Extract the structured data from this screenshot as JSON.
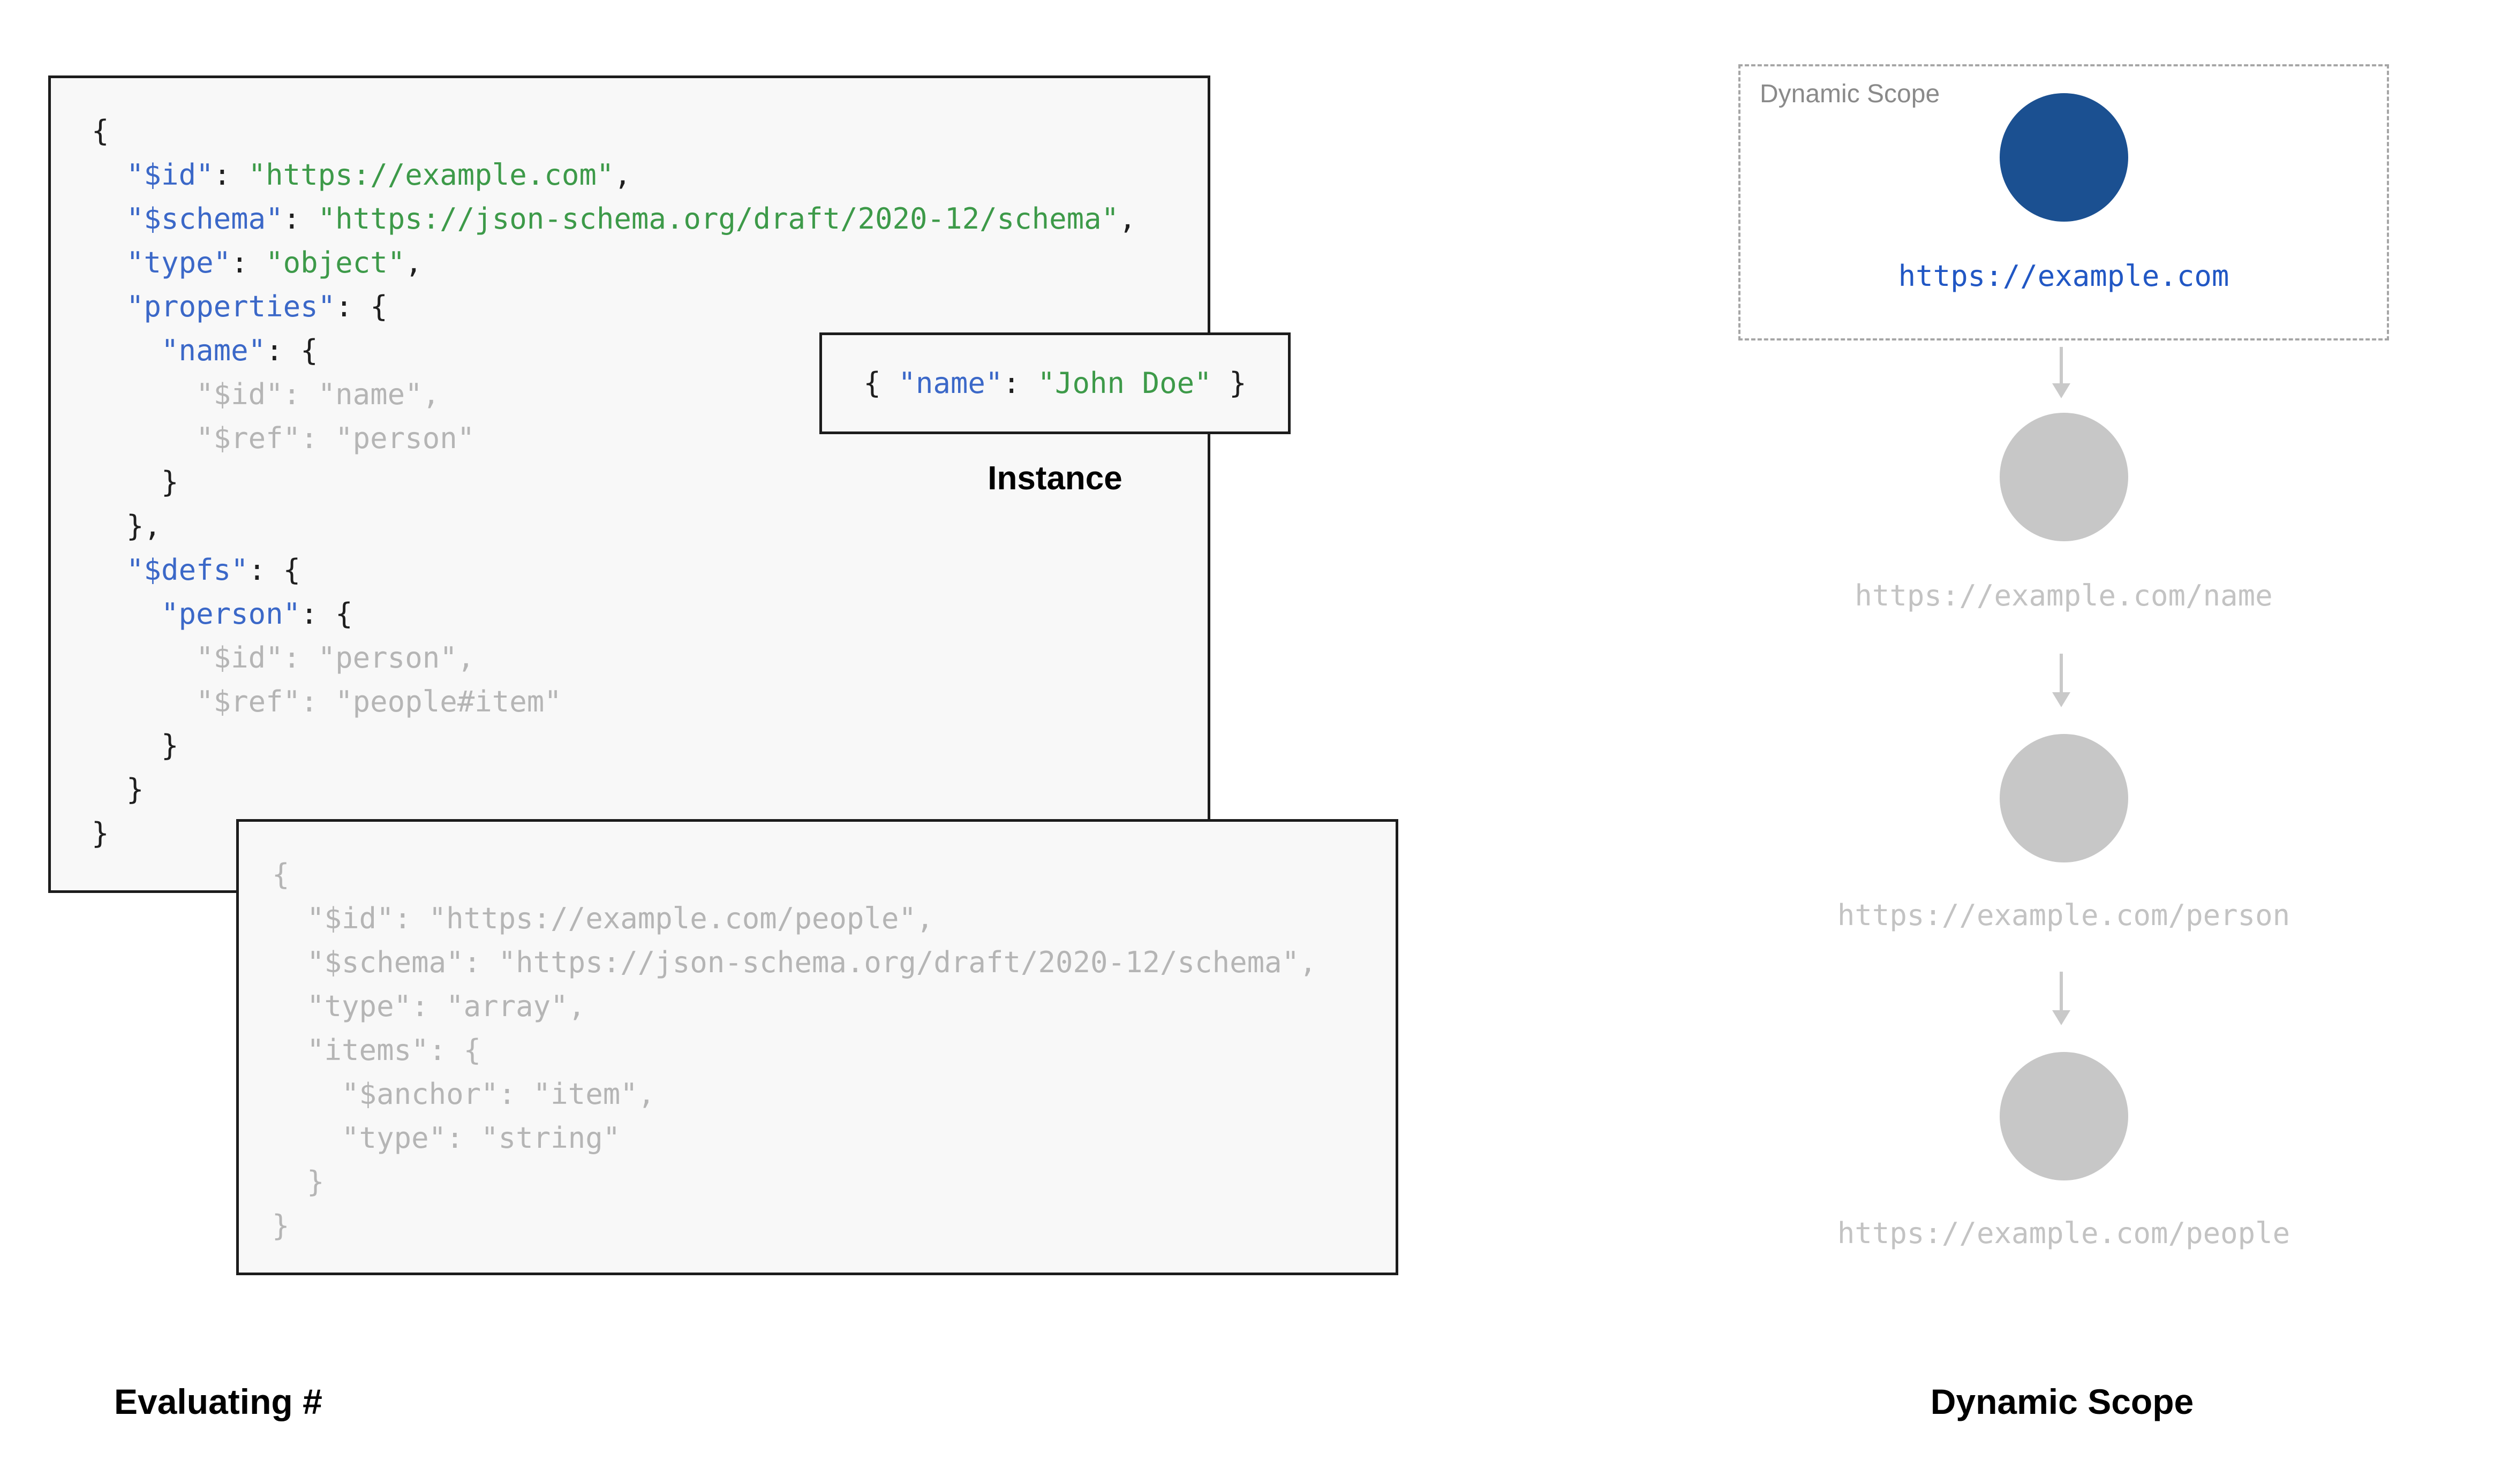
{
  "colors": {
    "key": "#3b68c8",
    "string": "#3d9a49",
    "muted": "#b5b5b5",
    "current_node": "#1b5091",
    "pending_node": "#c7c7c7",
    "current_url": "#2157c4",
    "pending_url": "#c3c3c3"
  },
  "captions": {
    "evaluating": "Evaluating #",
    "dynamic_scope": "Dynamic Scope",
    "instance": "Instance"
  },
  "dynamic_scope": {
    "box_label": "Dynamic Scope",
    "nodes": [
      {
        "url": "https://example.com",
        "state": "current"
      },
      {
        "url": "https://example.com/name",
        "state": "pending"
      },
      {
        "url": "https://example.com/person",
        "state": "pending"
      },
      {
        "url": "https://example.com/people",
        "state": "pending"
      }
    ]
  },
  "main_schema": {
    "lines": [
      [
        [
          "p",
          "{"
        ]
      ],
      [
        [
          "p",
          "  "
        ],
        [
          "k",
          "\"$id\""
        ],
        [
          "p",
          ": "
        ],
        [
          "s",
          "\"https://example.com\""
        ],
        [
          "p",
          ","
        ]
      ],
      [
        [
          "p",
          "  "
        ],
        [
          "k",
          "\"$schema\""
        ],
        [
          "p",
          ": "
        ],
        [
          "s",
          "\"https://json-schema.org/draft/2020-12/schema\""
        ],
        [
          "p",
          ","
        ]
      ],
      [
        [
          "p",
          "  "
        ],
        [
          "k",
          "\"type\""
        ],
        [
          "p",
          ": "
        ],
        [
          "s",
          "\"object\""
        ],
        [
          "p",
          ","
        ]
      ],
      [
        [
          "p",
          "  "
        ],
        [
          "k",
          "\"properties\""
        ],
        [
          "p",
          ": {"
        ]
      ],
      [
        [
          "p",
          "    "
        ],
        [
          "k",
          "\"name\""
        ],
        [
          "p",
          ": {"
        ]
      ],
      [
        [
          "g",
          "      \"$id\": \"name\","
        ]
      ],
      [
        [
          "g",
          "      \"$ref\": \"person\""
        ]
      ],
      [
        [
          "p",
          "    }"
        ]
      ],
      [
        [
          "p",
          "  },"
        ]
      ],
      [
        [
          "p",
          "  "
        ],
        [
          "k",
          "\"$defs\""
        ],
        [
          "p",
          ": {"
        ]
      ],
      [
        [
          "p",
          "    "
        ],
        [
          "k",
          "\"person\""
        ],
        [
          "p",
          ": {"
        ]
      ],
      [
        [
          "g",
          "      \"$id\": \"person\","
        ]
      ],
      [
        [
          "g",
          "      \"$ref\": \"people#item\""
        ]
      ],
      [
        [
          "p",
          "    }"
        ]
      ],
      [
        [
          "p",
          "  }"
        ]
      ],
      [
        [
          "p",
          "}"
        ]
      ]
    ]
  },
  "instance": {
    "lines": [
      [
        [
          "p",
          "{ "
        ],
        [
          "k",
          "\"name\""
        ],
        [
          "p",
          ": "
        ],
        [
          "s",
          "\"John Doe\""
        ],
        [
          "p",
          " }"
        ]
      ]
    ]
  },
  "people_schema": {
    "lines": [
      [
        [
          "g",
          "{"
        ]
      ],
      [
        [
          "g",
          "  \"$id\": \"https://example.com/people\","
        ]
      ],
      [
        [
          "g",
          "  \"$schema\": \"https://json-schema.org/draft/2020-12/schema\","
        ]
      ],
      [
        [
          "g",
          "  \"type\": \"array\","
        ]
      ],
      [
        [
          "g",
          "  \"items\": {"
        ]
      ],
      [
        [
          "g",
          "    \"$anchor\": \"item\","
        ]
      ],
      [
        [
          "g",
          "    \"type\": \"string\""
        ]
      ],
      [
        [
          "g",
          "  }"
        ]
      ],
      [
        [
          "g",
          "}"
        ]
      ]
    ]
  }
}
